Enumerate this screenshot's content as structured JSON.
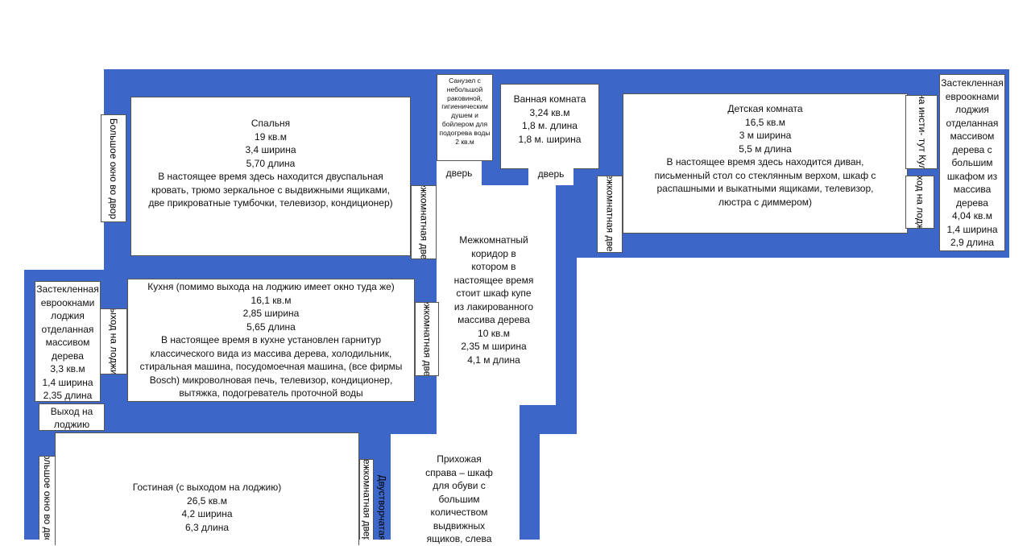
{
  "rooms": {
    "bedroom": {
      "lines": [
        "Спальня",
        "19 кв.м",
        "3,4 ширина",
        "5,70 длина",
        "В настоящее время здесь находится двуспальная",
        "кровать, трюмо зеркальное с выдвижными ящиками,",
        "две прикроватные тумбочки, телевизор, кондиционер)"
      ]
    },
    "toilet": {
      "text": "Санузел с небольшой раковиной, гигиеническим душем и бойлером для подогрева воды 2 кв.м"
    },
    "bathroom": {
      "lines": [
        "Ванная комната",
        "3,24 кв.м",
        "1,8 м. длина",
        "1,8 м. ширина"
      ]
    },
    "kids_room": {
      "lines": [
        "Детская комната",
        "16,5  кв.м",
        "3 м ширина",
        "5,5 м длина",
        "В настоящее время здесь находится диван,",
        "письменный стол со стеклянным верхом, шкаф с",
        "распашными и выкатными ящиками, телевизор,",
        "люстра с диммером)"
      ]
    },
    "loggia_right": {
      "lines": [
        "Застекленная",
        "евроокнами",
        "лоджия",
        "отделанная",
        "массивом",
        "дерева с",
        "большим",
        "шкафом из",
        "массива",
        "дерева",
        "4,04 кв.м",
        "1,4 ширина",
        "2,9 длина"
      ]
    },
    "loggia_left": {
      "lines": [
        "Застекленная",
        "евроокнами",
        "лоджия",
        "отделанная",
        "массивом",
        "дерева",
        "3,3 кв.м",
        "1,4 ширина",
        "2,35 длина"
      ]
    },
    "kitchen": {
      "lines": [
        "Кухня (помимо выхода на лоджию имеет окно туда же)",
        "16,1 кв.м",
        "2,85 ширина",
        "5,65 длина",
        "В настоящее время в кухне установлен гарнитур",
        "классического вида из массива дерева, холодильник,",
        "стиральная машина, посудомоечная машина, (все фирмы",
        "Bosch) микроволновая печь, телевизор, кондиционер,",
        "вытяжка, подогреватель проточной воды"
      ]
    },
    "corridor": {
      "lines": [
        "Межкомнатный",
        "коридор в",
        "котором в",
        "настоящее время",
        "стоит шкаф купе",
        "из лакированного",
        "массива дерева",
        "10  кв.м",
        "2,35 м  ширина",
        "4,1 м длина"
      ]
    },
    "living": {
      "lines": [
        "Гостиная (с выходом на лоджию)",
        "26,5 кв.м",
        "4,2 ширина",
        "6,3 длина"
      ]
    },
    "hallway": {
      "lines": [
        "Прихожая",
        "справа – шкаф",
        "для обуви с",
        "большим",
        "количеством",
        "выдвижных",
        "ящиков, слева"
      ]
    }
  },
  "labels": {
    "big_window_yard": "Большое окно во двор",
    "big_window_yard_2": "Большое окно во двор",
    "door": "дверь",
    "door_2": "дверь",
    "interior_door_bedroom": "межкомнатная\nдверь",
    "interior_door_kitchen": "межкомнатная\nдверь",
    "interior_door_kids": "межкомнатная\nдверь",
    "interior_door_living": "межкомнатная дверь",
    "double_door": "Двустворчатая",
    "window_culture": "Окно на инсти-\nтут Культуры",
    "exit_loggia_right": "Выход на\nлоджию",
    "exit_loggia_kitchen": "Выход на\nлоджию",
    "exit_loggia_living": "Выход на\nлоджию"
  },
  "colors": {
    "wall": "#3c67c8",
    "background": "#ffffff"
  }
}
